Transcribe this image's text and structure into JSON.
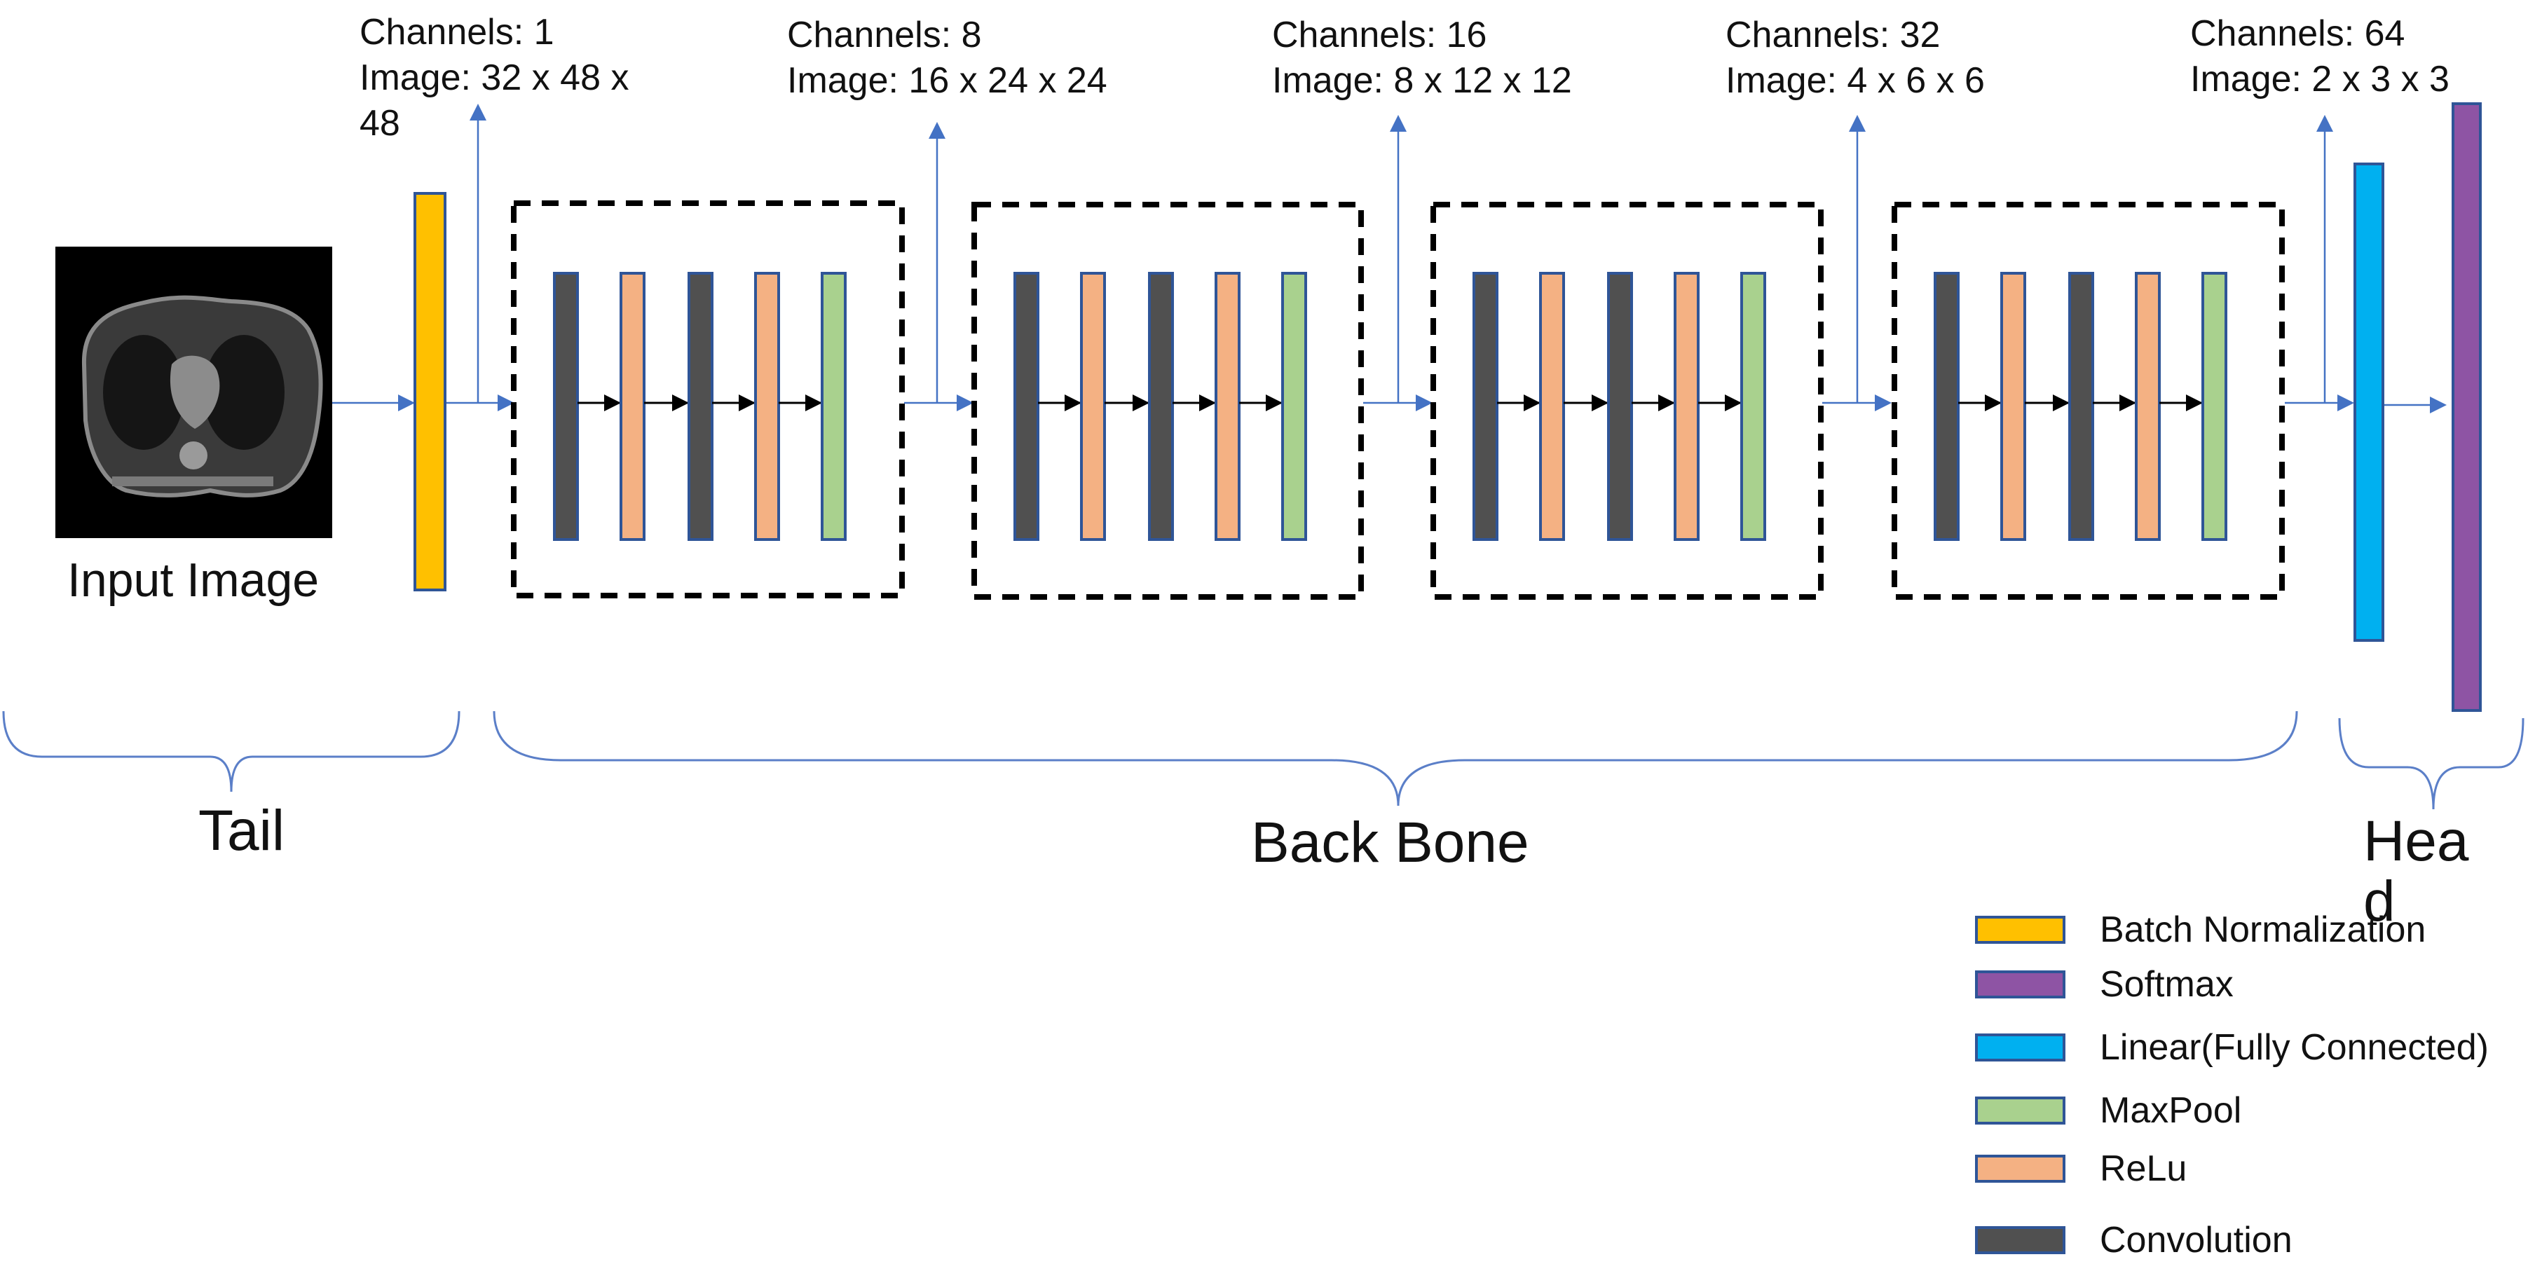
{
  "input": {
    "caption": "Input Image",
    "image_name": "ct-scan-thumbnail"
  },
  "stages": [
    {
      "channels": "Channels: 1",
      "image": "Image: 32 x 48 x 48"
    },
    {
      "channels": "Channels: 8",
      "image": "Image: 16 x 24 x 24"
    },
    {
      "channels": "Channels: 16",
      "image": "Image: 8 x 12 x 12"
    },
    {
      "channels": "Channels: 32",
      "image": "Image: 4 x 6 x 6"
    },
    {
      "channels": "Channels: 64",
      "image": "Image: 2 x 3 x 3"
    }
  ],
  "sections": {
    "tail": "Tail",
    "backbone": "Back Bone",
    "head": "Head"
  },
  "block_layers": [
    "Convolution",
    "ReLu",
    "Convolution",
    "ReLu",
    "MaxPool"
  ],
  "legend": [
    {
      "label": "Batch Normalization",
      "color": "#FFC000"
    },
    {
      "label": "Softmax",
      "color": "#8E54A4"
    },
    {
      "label": "Linear(Fully Connected)",
      "color": "#00B0F0"
    },
    {
      "label": "MaxPool",
      "color": "#A9D18E"
    },
    {
      "label": "ReLu",
      "color": "#F4B183"
    },
    {
      "label": "Convolution",
      "color": "#505050"
    }
  ],
  "colors": {
    "batch_norm": "#FFC000",
    "softmax": "#8E54A4",
    "linear": "#00B0F0",
    "maxpool": "#A9D18E",
    "relu": "#F4B183",
    "conv": "#505050",
    "bar_border": "#2F5597",
    "arrow": "#4472C4",
    "bracket": "#5B7FC8"
  }
}
